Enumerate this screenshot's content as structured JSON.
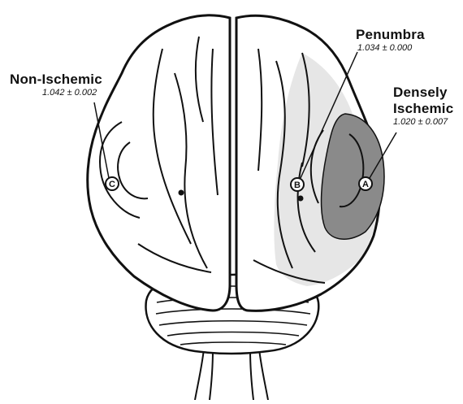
{
  "diagram": {
    "regions": [
      {
        "id": "non_ischemic",
        "title": "Non-Ischemic",
        "value": "1.042 ± 0.002",
        "marker": "C",
        "color": "#ffffff"
      },
      {
        "id": "penumbra",
        "title": "Penumbra",
        "value": "1.034 ± 0.000",
        "marker": "B",
        "color": "#e6e6e6"
      },
      {
        "id": "densely_ischemic",
        "title_line1": "Densely",
        "title_line2": "Ischemic",
        "value": "1.020 ± 0.007",
        "marker": "A",
        "color": "#8a8a8a"
      }
    ],
    "outline_color": "#111111"
  }
}
